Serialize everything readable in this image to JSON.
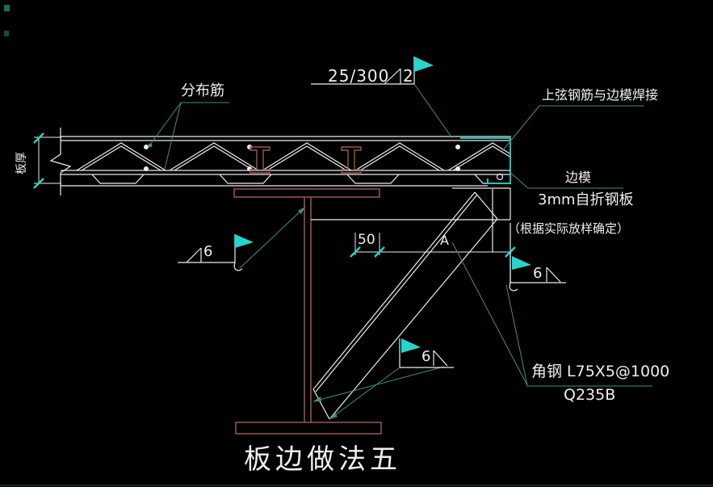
{
  "title": "板边做法五",
  "colors": {
    "background": "#000000",
    "line": "#ededed",
    "leader": "#3f9186",
    "accent": "#25d5cd",
    "steel": "#9a5752",
    "text": "#efefef"
  },
  "labels": {
    "distribution_rebar": "分布筋",
    "top_chord_weld_note": "上弦钢筋与边模焊接",
    "edge_form": "边模",
    "bent_plate": "3mm自折钢板",
    "bent_plate_note": "（根据实际放样确定）",
    "angle_steel_spec": "角钢 L75X5@1000",
    "steel_grade": "Q235B",
    "slab_thickness": "板厚"
  },
  "dimensions": {
    "edge_offset": "50",
    "span": "A"
  },
  "welds": {
    "top_spec": "25/300",
    "top_size": "2",
    "left_size": "6",
    "right_size": "6",
    "bottom_size": "6"
  }
}
